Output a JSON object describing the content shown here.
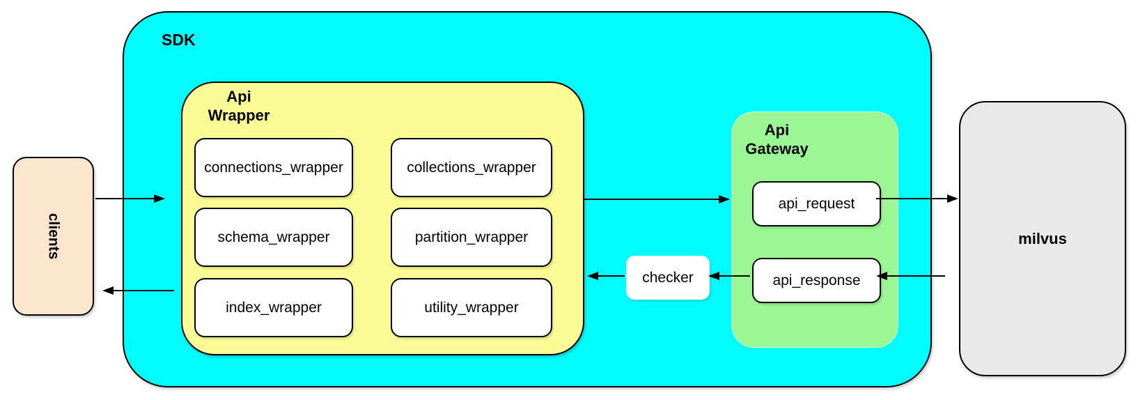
{
  "colors": {
    "sdk_fill": "#00FDFD",
    "api_wrapper_fill": "#FCFC96",
    "api_gateway_fill": "#9AF794",
    "clients_fill": "#FCE6CE",
    "milvus_fill": "#E9E9E9",
    "node_fill": "#FFFFFF",
    "stroke": "#000000"
  },
  "nodes": {
    "clients": {
      "label": "clients"
    },
    "sdk": {
      "label": "SDK"
    },
    "api_wrapper": {
      "label": "Api Wrapper",
      "boxes": [
        {
          "label": "connections_wrapper"
        },
        {
          "label": "collections_wrapper"
        },
        {
          "label": "schema_wrapper"
        },
        {
          "label": "partition_wrapper"
        },
        {
          "label": "index_wrapper"
        },
        {
          "label": "utility_wrapper"
        }
      ]
    },
    "checker": {
      "label": "checker"
    },
    "api_gateway": {
      "label": "Api Gateway",
      "boxes": [
        {
          "label": "api_request"
        },
        {
          "label": "api_response"
        }
      ]
    },
    "milvus": {
      "label": "milvus"
    }
  },
  "edges": [
    {
      "from": "clients",
      "to": "sdk"
    },
    {
      "from": "api_wrapper",
      "to": "clients"
    },
    {
      "from": "api_wrapper",
      "to": "api_gateway"
    },
    {
      "from": "api_request",
      "to": "milvus"
    },
    {
      "from": "milvus",
      "to": "api_response"
    },
    {
      "from": "api_response",
      "to": "checker"
    },
    {
      "from": "checker",
      "to": "api_wrapper"
    }
  ]
}
